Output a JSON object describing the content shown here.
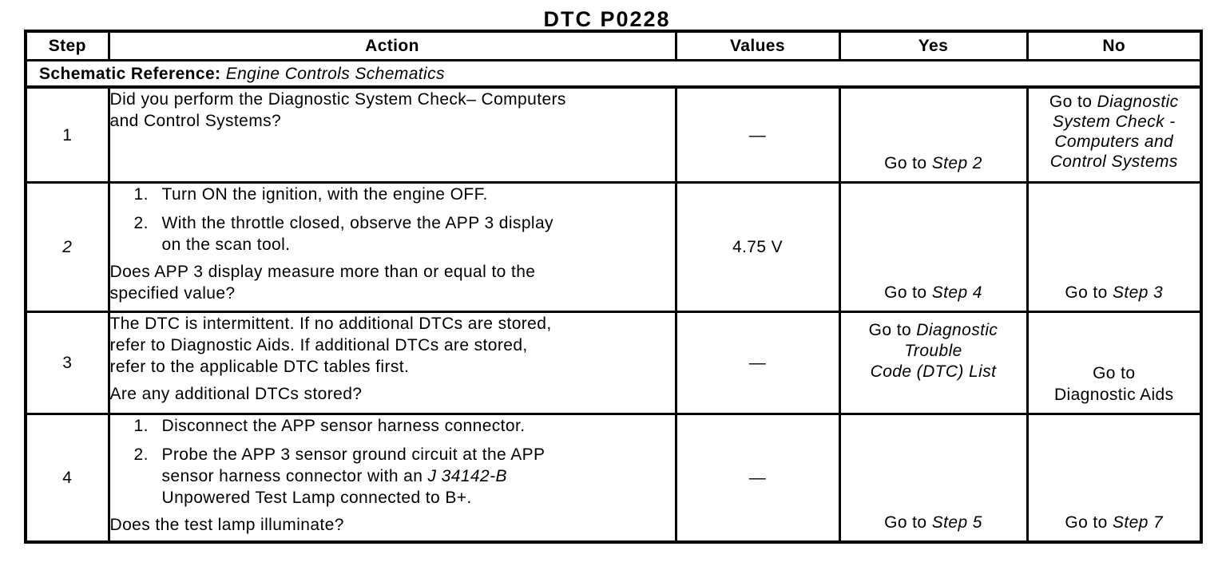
{
  "title": "DTC P0228",
  "table": {
    "headers": {
      "step": "Step",
      "action": "Action",
      "values": "Values",
      "yes": "Yes",
      "no": "No"
    },
    "schematic": {
      "label": "Schematic Reference:",
      "value": "Engine Controls Schematics"
    },
    "rows": [
      {
        "step": "1",
        "action": {
          "q_line1": "Did you perform the Diagnostic System Check– Computers",
          "q_line2": "and Control Systems?"
        },
        "values": "—",
        "yes": {
          "pre": "Go to ",
          "target": "Step 2"
        },
        "no": {
          "line1_pre": "Go to ",
          "line1_italic": "Diagnostic",
          "line2": "System Check -",
          "line3": "Computers and",
          "line4": "Control Systems"
        }
      },
      {
        "step": "2",
        "action": {
          "item1_num": "1.",
          "item1": "Turn ON the ignition, with the engine OFF.",
          "item2_num": "2.",
          "item2_line1": "With the throttle closed, observe the APP 3 display",
          "item2_line2": "on the scan tool.",
          "q_line1": "Does APP 3 display measure more than or equal to the",
          "q_line2": "specified value?"
        },
        "values": "4.75 V",
        "yes": {
          "pre": "Go to ",
          "target": "Step 4"
        },
        "no": {
          "pre": "Go to ",
          "target": "Step 3"
        }
      },
      {
        "step": "3",
        "action": {
          "p_line1": "The DTC is intermittent. If no additional DTCs are stored,",
          "p_line2": "refer to Diagnostic Aids. If additional DTCs are stored,",
          "p_line3": "refer to the applicable DTC tables first.",
          "q_line1": "Are any additional DTCs stored?"
        },
        "values": "—",
        "yes": {
          "line1_pre": "Go to ",
          "line1_italic": "Diagnostic",
          "line2_italic": "Trouble",
          "line3_italic": "Code (DTC) List"
        },
        "no": {
          "line1": "Go to",
          "line2": "Diagnostic Aids"
        }
      },
      {
        "step": "4",
        "action": {
          "item1_num": "1.",
          "item1": "Disconnect the APP sensor harness connector.",
          "item2_num": "2.",
          "item2_line1": "Probe the APP 3 sensor ground circuit at the APP",
          "item2_line2_pre": "sensor harness connector with an ",
          "item2_line2_italic": "J 34142-B",
          "item2_line3": "Unpowered Test Lamp connected to B+.",
          "q_line1": "Does the test lamp illuminate?"
        },
        "values": "—",
        "yes": {
          "pre": "Go to ",
          "target": "Step 5"
        },
        "no": {
          "pre": "Go to ",
          "target": "Step 7"
        }
      }
    ]
  }
}
